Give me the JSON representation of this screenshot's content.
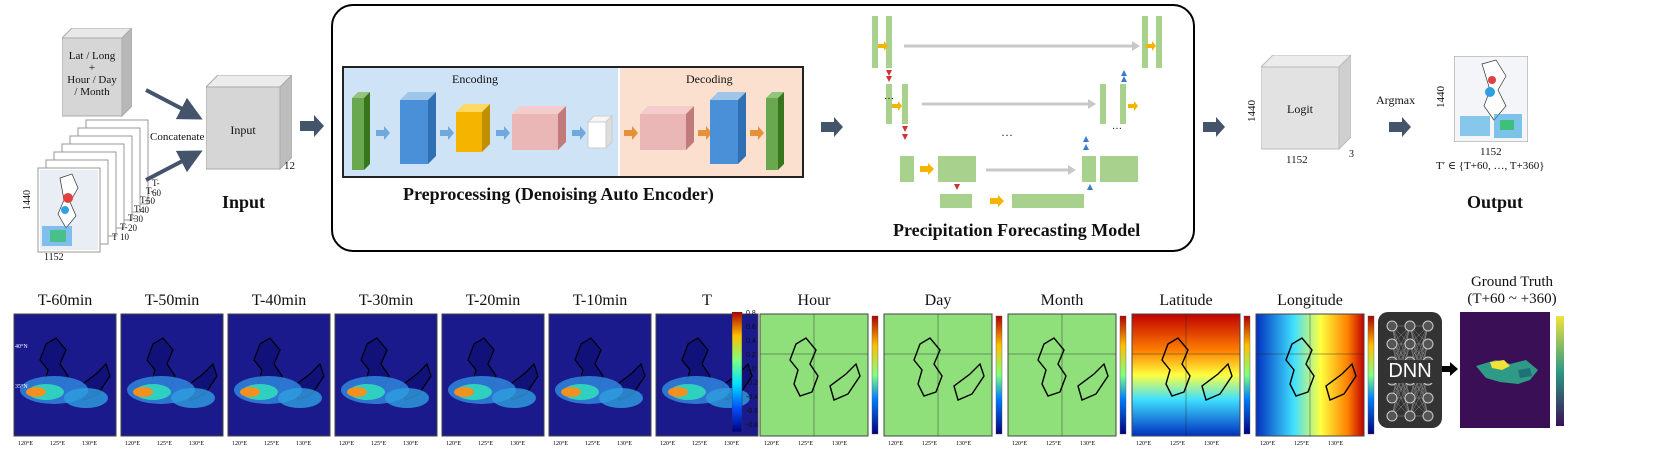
{
  "top": {
    "meta_cube": {
      "lines": [
        "Lat / Long",
        "+",
        "Hour / Day",
        "/ Month"
      ]
    },
    "concatenate_label": "Concatenate",
    "stack_dims": {
      "height": "1440",
      "width": "1152"
    },
    "stack_labels": [
      "T-60",
      "T-50",
      "T-40",
      "T-30",
      "T-20",
      "T-10",
      "T"
    ],
    "input_cube_label": "Input",
    "input_channels": "12",
    "input_caption": "Input",
    "encoding_label": "Encoding",
    "decoding_label": "Decoding",
    "preprocessing_caption": "Preprocessing (Denoising Auto Encoder)",
    "forecasting_caption": "Precipitation Forecasting Model",
    "logit_label": "Logit",
    "logit_dims": {
      "height": "1440",
      "width": "1152",
      "channels": "3"
    },
    "argmax_label": "Argmax",
    "output_dims": {
      "height": "1440",
      "width": "1152"
    },
    "output_range": "T′ ∈ {T+60, …, T+360}",
    "output_caption": "Output",
    "ellipsis": "…"
  },
  "bottom": {
    "precip_panels": [
      "T-60min",
      "T-50min",
      "T-40min",
      "T-30min",
      "T-20min",
      "T-10min",
      "T"
    ],
    "meta_panels": [
      "Hour",
      "Day",
      "Month",
      "Latitude",
      "Longitude"
    ],
    "dnn_label": "DNN",
    "ground_truth": {
      "line1": "Ground Truth",
      "line2": "(T+60 ~ +360)"
    },
    "precip_colorbar_ticks": [
      "0.8",
      "0.6",
      "0.4",
      "0.2",
      "0.0",
      "-0.2",
      "-0.4",
      "-0.6",
      "-0.8"
    ],
    "lon_ticks": [
      "120°E",
      "125°E",
      "130°E"
    ],
    "lat_ticks": [
      "40°N",
      "35°N"
    ]
  },
  "colors": {
    "ocean": "#1a1a8c",
    "land_green": "#8fe07a",
    "encoder_bg": "#cfe3f7",
    "decoder_bg": "#fbe0cf",
    "block_green": "#6aa84f",
    "block_blue": "#4a90d9",
    "block_yellow": "#f4b400",
    "block_pink": "#eab6b6",
    "unet_green": "#a9d18e",
    "arrow_dark": "#44546a"
  }
}
